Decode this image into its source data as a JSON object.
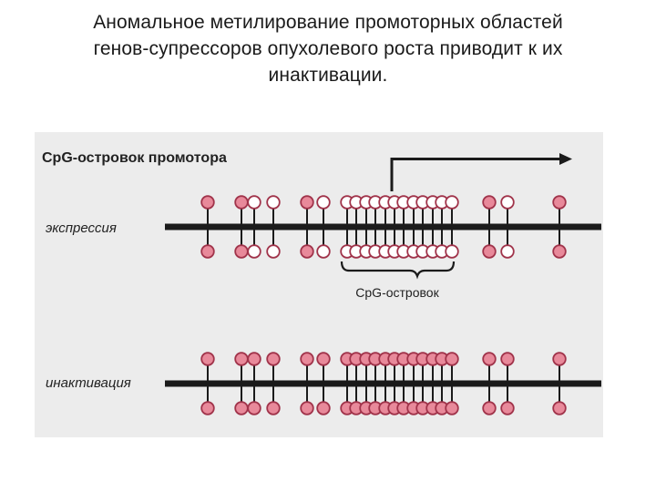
{
  "slide": {
    "title_lines": [
      "Аномальное метилирование промоторных областей",
      "генов-супрессоров опухолевого роста  приводит к их",
      "инактивации."
    ]
  },
  "figure": {
    "heading": "CpG-островок промотора",
    "row_expression_label": "экспрессия",
    "row_inactivation_label": "инактивация",
    "island_label": "CpG-островок",
    "colors": {
      "background": "#ececec",
      "dna_strand": "#1b1b1b",
      "methylated_fill": "#e8899a",
      "open_fill": "#ffffff",
      "circle_stroke": "#a0334a",
      "arrow": "#1b1b1b"
    },
    "legend_semantics": {
      "filled_circle": "methylated CpG",
      "open_circle": "unmethylated CpG"
    },
    "expression_row": {
      "sites": [
        "m",
        "m",
        "o",
        "o",
        "m",
        "o",
        "o",
        "o",
        "o",
        "o",
        "o",
        "o",
        "o",
        "o",
        "o",
        "o",
        "o",
        "o",
        "m",
        "o",
        "m"
      ]
    },
    "inactivation_row": {
      "sites": [
        "m",
        "m",
        "m",
        "m",
        "m",
        "m",
        "m",
        "m",
        "m",
        "m",
        "m",
        "m",
        "m",
        "m",
        "m",
        "m",
        "m",
        "m",
        "m",
        "m",
        "m"
      ]
    },
    "transcription_arrow": true
  }
}
